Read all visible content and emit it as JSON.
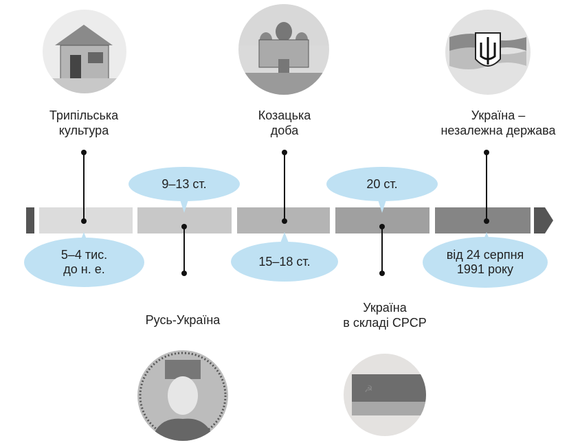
{
  "events": [
    {
      "title": "Трипільська культура",
      "title_lines": [
        "Трипільська",
        "культура"
      ],
      "date_lines": [
        "5–4 тис.",
        "до н. е."
      ],
      "image_icon": "trypillia-house-icon"
    },
    {
      "title": "Русь-Україна",
      "title_lines": [
        "Русь-Україна"
      ],
      "date_lines": [
        "9–13 ст."
      ],
      "image_icon": "princess-portrait-icon"
    },
    {
      "title": "Козацька доба",
      "title_lines": [
        "Козацька",
        "доба"
      ],
      "date_lines": [
        "15–18 ст."
      ],
      "image_icon": "cossack-church-icon"
    },
    {
      "title": "Україна в складі СРСР",
      "title_lines": [
        "Україна",
        "в складі СРСР"
      ],
      "date_lines": [
        "20 ст."
      ],
      "image_icon": "ussr-flag-icon"
    },
    {
      "title": "Україна – незалежна держава",
      "title_lines": [
        "Україна –",
        "незалежна держава"
      ],
      "date_lines": [
        "від 24 серпня",
        "1991 року"
      ],
      "image_icon": "ukraine-trident-flag-icon"
    }
  ],
  "colors": {
    "bubble": "#bfe1f3",
    "segments": [
      "#dcdcdc",
      "#c8c8c8",
      "#b4b4b4",
      "#a0a0a0",
      "#858585"
    ],
    "arrow": "#555555"
  }
}
